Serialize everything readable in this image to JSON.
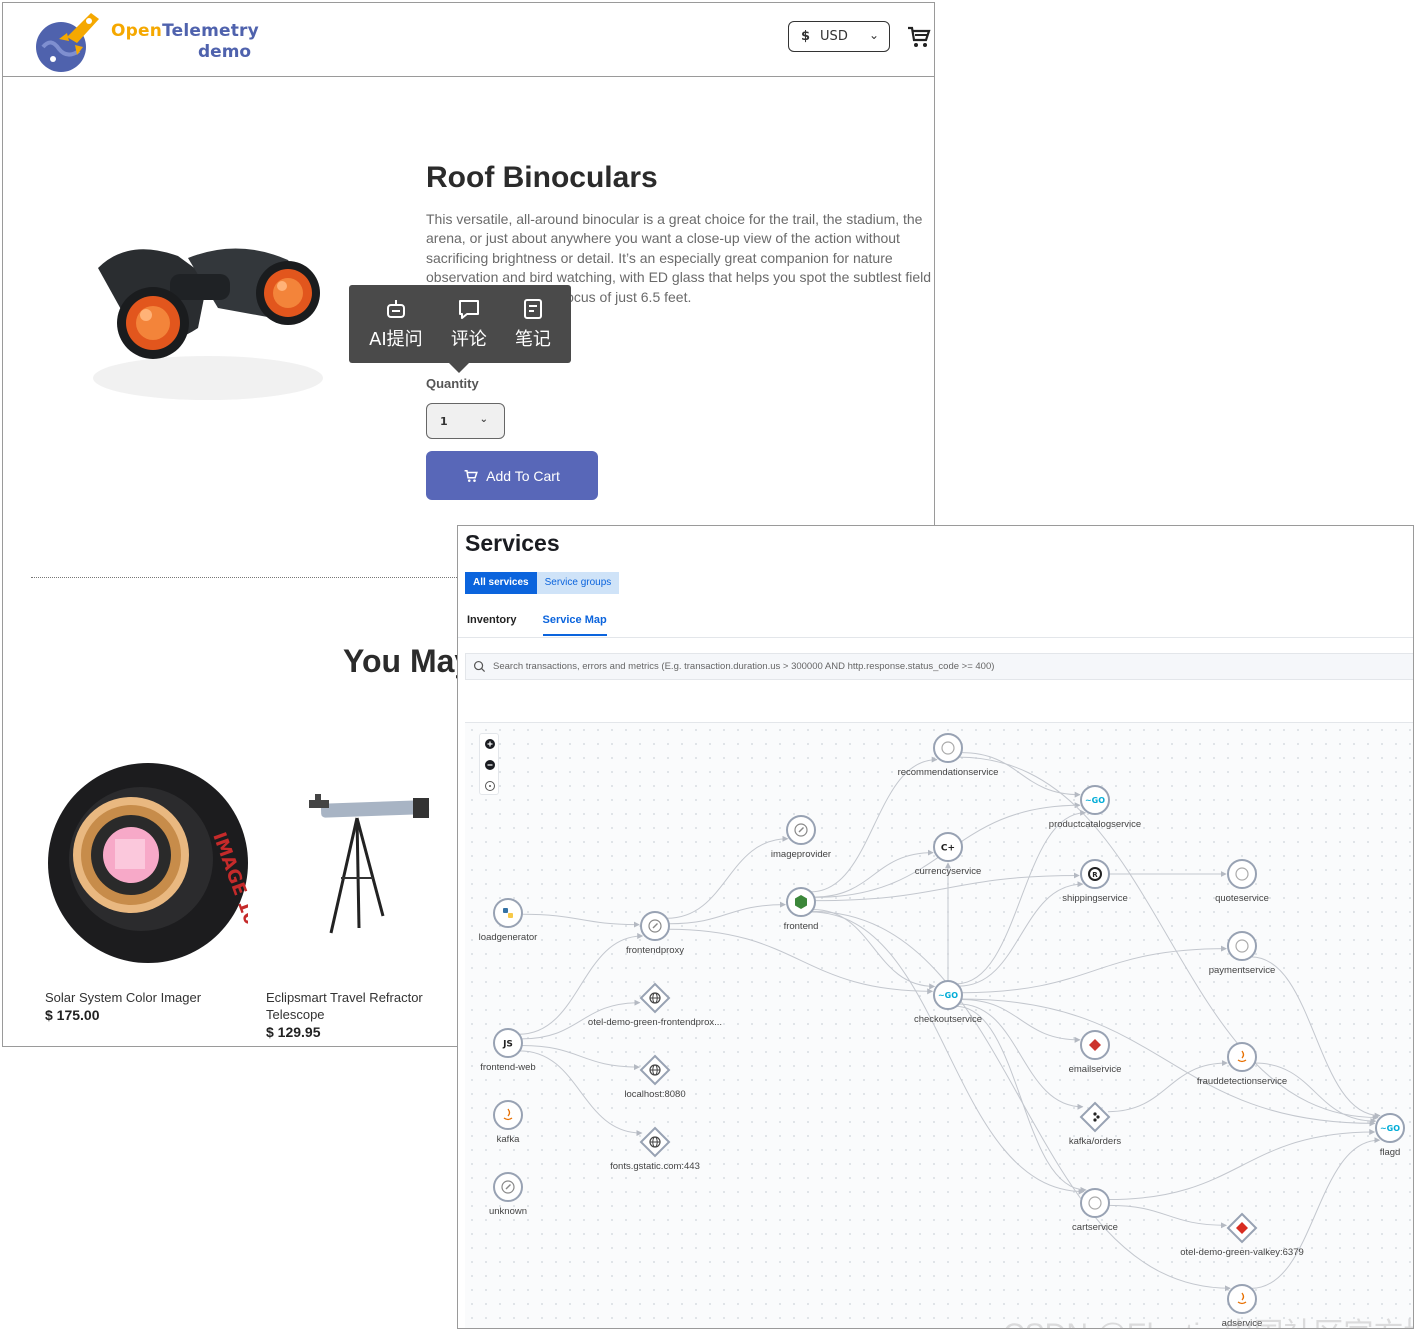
{
  "shop": {
    "logo": {
      "part1": "Open",
      "part2": "Telemetry",
      "part3": "demo"
    },
    "currency": {
      "symbol": "$",
      "code": "USD"
    },
    "product": {
      "title": "Roof Binoculars",
      "description": "This versatile, all-around binocular is a great choice for the trail, the stadium, the arena, or just about anywhere you want a close-up view of the action without sacrificing brightness or detail. It’s an especially great companion for nature observation and bird watching, with ED glass that helps you spot the subtlest field markings and a close focus of just 6.5 feet.",
      "quantity_label": "Quantity",
      "quantity_value": "1",
      "add_to_cart_label": "Add To Cart"
    },
    "recommendations_heading": "You May",
    "recommendations": [
      {
        "name_line1": "Solar System Color Imager",
        "name_line2": "",
        "price": "$ 175.00"
      },
      {
        "name_line1": "Eclipsmart Travel Refractor",
        "name_line2": "Telescope",
        "price": "$ 129.95"
      }
    ]
  },
  "toolbar": {
    "items": [
      {
        "label": "AI提问",
        "icon": "robot-icon"
      },
      {
        "label": "评论",
        "icon": "comment-icon"
      },
      {
        "label": "笔记",
        "icon": "note-icon"
      }
    ]
  },
  "services": {
    "title": "Services",
    "group_tabs": [
      "All services",
      "Service groups"
    ],
    "sub_tabs": [
      "Inventory",
      "Service Map"
    ],
    "search_placeholder": "Search transactions, errors and metrics (E.g. transaction.duration.us > 300000 AND http.response.status_code >= 400)",
    "nodes": [
      {
        "id": "recommendationservice",
        "label": "recommendationservice",
        "icon": "circle"
      },
      {
        "id": "productcatalogservice",
        "label": "productcatalogservice",
        "icon": "go"
      },
      {
        "id": "imageprovider",
        "label": "imageprovider",
        "icon": "compass"
      },
      {
        "id": "currencyservice",
        "label": "currencyservice",
        "icon": "cpp"
      },
      {
        "id": "shippingservice",
        "label": "shippingservice",
        "icon": "rust"
      },
      {
        "id": "quoteservice",
        "label": "quoteservice",
        "icon": "circle"
      },
      {
        "id": "loadgenerator",
        "label": "loadgenerator",
        "icon": "python"
      },
      {
        "id": "frontendproxy",
        "label": "frontendproxy",
        "icon": "compass"
      },
      {
        "id": "frontend",
        "label": "frontend",
        "icon": "nodejs"
      },
      {
        "id": "paymentservice",
        "label": "paymentservice",
        "icon": "circle"
      },
      {
        "id": "checkoutservice",
        "label": "checkoutservice",
        "icon": "go"
      },
      {
        "id": "otel-demo-green-frontendproxy",
        "label": "otel-demo-green-frontendprox...",
        "icon": "globe"
      },
      {
        "id": "frontend-web",
        "label": "frontend-web",
        "icon": "js"
      },
      {
        "id": "emailservice",
        "label": "emailservice",
        "icon": "ruby"
      },
      {
        "id": "frauddetectionservice",
        "label": "frauddetectionservice",
        "icon": "java"
      },
      {
        "id": "localhost",
        "label": "localhost:8080",
        "icon": "globe"
      },
      {
        "id": "kafka",
        "label": "kafka",
        "icon": "java"
      },
      {
        "id": "kafka-orders",
        "label": "kafka/orders",
        "icon": "kafka"
      },
      {
        "id": "flagd",
        "label": "flagd",
        "icon": "go"
      },
      {
        "id": "fonts",
        "label": "fonts.gstatic.com:443",
        "icon": "globe"
      },
      {
        "id": "unknown",
        "label": "unknown",
        "icon": "compass"
      },
      {
        "id": "cartservice",
        "label": "cartservice",
        "icon": "circle"
      },
      {
        "id": "valkey",
        "label": "otel-demo-green-valkey:6379",
        "icon": "redis"
      },
      {
        "id": "adservice",
        "label": "adservice",
        "icon": "java"
      }
    ],
    "edges": [
      [
        "loadgenerator",
        "frontendproxy"
      ],
      [
        "frontend-web",
        "frontendproxy"
      ],
      [
        "frontend-web",
        "otel-demo-green-frontendproxy"
      ],
      [
        "frontend-web",
        "localhost"
      ],
      [
        "frontend-web",
        "fonts"
      ],
      [
        "frontendproxy",
        "imageprovider"
      ],
      [
        "frontendproxy",
        "frontend"
      ],
      [
        "frontendproxy",
        "checkoutservice"
      ],
      [
        "frontend",
        "recommendationservice"
      ],
      [
        "frontend",
        "currencyservice"
      ],
      [
        "frontend",
        "productcatalogservice"
      ],
      [
        "frontend",
        "checkoutservice"
      ],
      [
        "frontend",
        "cartservice"
      ],
      [
        "frontend",
        "adservice"
      ],
      [
        "frontend",
        "shippingservice"
      ],
      [
        "recommendationservice",
        "productcatalogservice"
      ],
      [
        "recommendationservice",
        "flagd"
      ],
      [
        "checkoutservice",
        "productcatalogservice"
      ],
      [
        "checkoutservice",
        "currencyservice"
      ],
      [
        "checkoutservice",
        "shippingservice"
      ],
      [
        "checkoutservice",
        "paymentservice"
      ],
      [
        "checkoutservice",
        "emailservice"
      ],
      [
        "checkoutservice",
        "kafka-orders"
      ],
      [
        "checkoutservice",
        "cartservice"
      ],
      [
        "checkoutservice",
        "flagd"
      ],
      [
        "shippingservice",
        "quoteservice"
      ],
      [
        "paymentservice",
        "flagd"
      ],
      [
        "kafka-orders",
        "frauddetectionservice"
      ],
      [
        "frauddetectionservice",
        "flagd"
      ],
      [
        "cartservice",
        "valkey"
      ],
      [
        "cartservice",
        "flagd"
      ],
      [
        "adservice",
        "flagd"
      ]
    ]
  },
  "watermark": "CSDN @Elastic 中国社区官方博客",
  "colors": {
    "brand_blue": "#4f62ad",
    "brand_yellow": "#f5a800",
    "button": "#5867b8",
    "elastic_blue": "#0b64dd",
    "toolbar_bg": "#4a4a4a"
  }
}
